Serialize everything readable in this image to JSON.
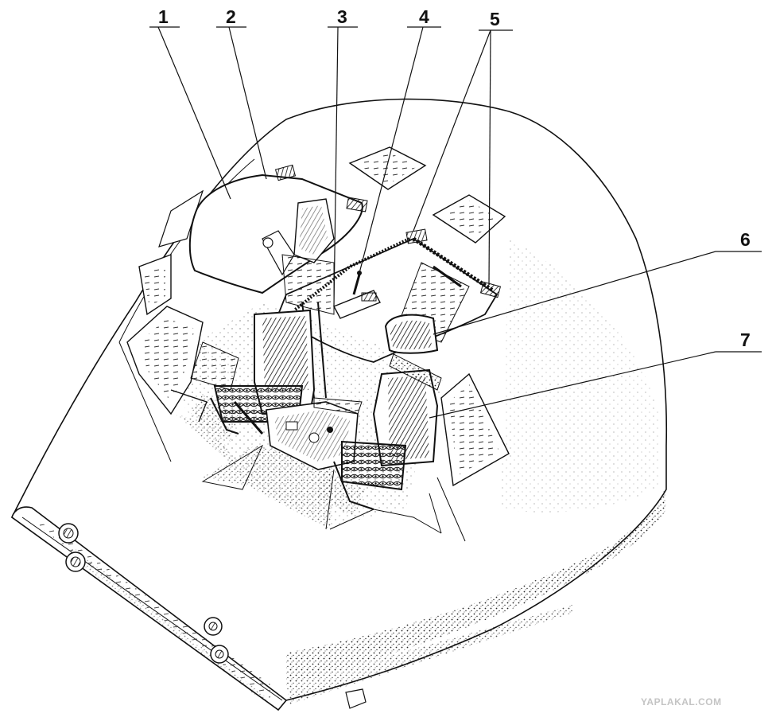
{
  "callouts": [
    {
      "id": "1",
      "label": "1"
    },
    {
      "id": "2",
      "label": "2"
    },
    {
      "id": "3",
      "label": "3"
    },
    {
      "id": "4",
      "label": "4"
    },
    {
      "id": "5",
      "label": "5"
    },
    {
      "id": "6",
      "label": "6"
    },
    {
      "id": "7",
      "label": "7"
    }
  ],
  "watermark": "YAPLAKAL.COM",
  "colors": {
    "ink": "#111111",
    "paper": "#ffffff",
    "watermark": "#c4c4c4"
  }
}
